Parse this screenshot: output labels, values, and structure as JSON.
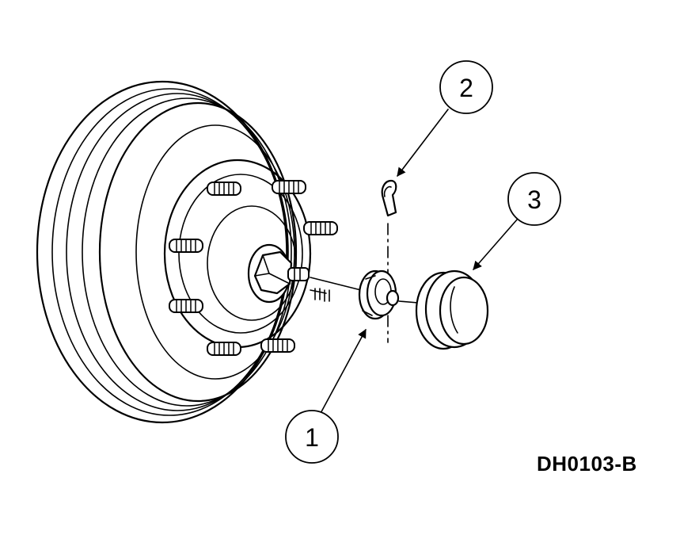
{
  "figure_id": "DH0103-B",
  "callouts": [
    {
      "number": "1",
      "part": "nut-retainer"
    },
    {
      "number": "2",
      "part": "cotter-pin"
    },
    {
      "number": "3",
      "part": "grease-cap"
    }
  ],
  "colors": {
    "line": "#000000",
    "background": "#ffffff"
  }
}
